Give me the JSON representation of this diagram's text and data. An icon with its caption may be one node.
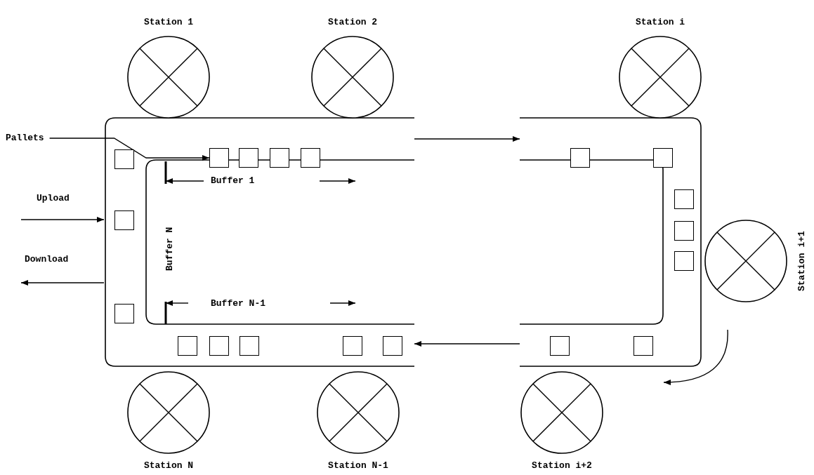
{
  "diagram": {
    "nodes": [
      {
        "text": [],
        "shape": "box"
      },
      {
        "text": [],
        "shape": "box"
      },
      {
        "text": [
          "Station 1"
        ]
      },
      {
        "text": [
          "Station 2"
        ]
      },
      {
        "text": [
          "Station i"
        ]
      },
      {
        "text": [
          "Station i+1"
        ]
      },
      {
        "text": [
          "Station i+2"
        ]
      },
      {
        "text": [
          "Station N-1"
        ]
      },
      {
        "text": [
          "Station N"
        ]
      },
      {
        "text": [
          "Pallets"
        ]
      },
      {
        "text": [],
        "shape": "box",
        "in": 0
      },
      {
        "text": [],
        "shape": "box",
        "in": 0
      },
      {
        "text": [],
        "shape": "box",
        "in": 0
      },
      {
        "text": [],
        "shape": "box",
        "in": 0
      },
      {
        "text": [],
        "shape": "box",
        "in": 1
      },
      {
        "text": [],
        "shape": "box",
        "in": 1
      },
      {
        "text": [],
        "shape": "box",
        "in": 0
      },
      {
        "text": [],
        "shape": "box",
        "in": 1
      },
      {
        "text": [],
        "shape": "box",
        "in": 0
      },
      {
        "text": [],
        "shape": "box",
        "in": 1
      },
      {
        "text": [],
        "shape": "box",
        "in": 1
      },
      {
        "text": [],
        "shape": "box",
        "in": 0
      },
      {
        "text": [],
        "shape": "box",
        "in": 0
      },
      {
        "text": [],
        "shape": "box",
        "in": 0
      },
      {
        "text": [],
        "shape": "box",
        "in": 0
      },
      {
        "text": [],
        "shape": "box",
        "in": 0
      },
      {
        "text": [],
        "shape": "box",
        "in": 0
      },
      {
        "text": [],
        "shape": "box",
        "in": 1
      },
      {
        "text": [],
        "shape": "box",
        "in": 1
      }
    ],
    "edges": [
      {
        "from": 9,
        "to": 10,
        "arrow": "to"
      },
      {
        "from": null,
        "to": 0,
        "arrow": "to",
        "label": "Upload"
      },
      {
        "from": 0,
        "to": null,
        "arrow": "to",
        "label": "Download"
      },
      {
        "from": 0,
        "to": 1,
        "arrow": "to"
      },
      {
        "from": 1,
        "to": 0,
        "arrow": "to"
      }
    ],
    "labels": [
      "Buffer 1",
      "Buffer N",
      "Buffer N-1"
    ]
  }
}
